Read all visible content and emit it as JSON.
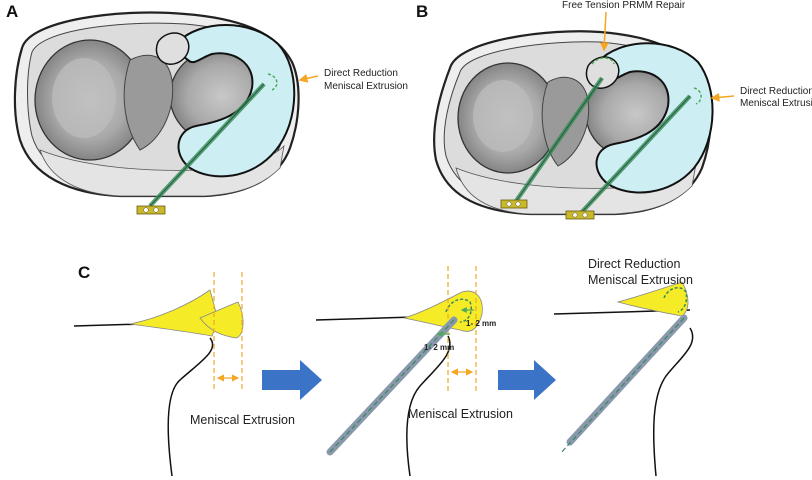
{
  "panel_labels": {
    "a": "A",
    "b": "B",
    "c": "C"
  },
  "panel_a": {
    "annotation_line1": "Direct Reduction",
    "annotation_line2": "Meniscal Extrusion"
  },
  "panel_b": {
    "top_annotation": "Free Tension PRMM Repair",
    "annotation_line1": "Direct Reduction",
    "annotation_line2": "Meniscal Extrusion"
  },
  "panel_c": {
    "stage1_label": "Meniscal Extrusion",
    "stage2_label": "Meniscal Extrusion",
    "stage2_mm_upper": "1- 2 mm",
    "stage2_mm_lower": "1- 2 mm",
    "stage3_label_line1": "Direct Reduction",
    "stage3_label_line2": "Meniscal Extrusion"
  },
  "colors": {
    "meniscus_cyan": "#cdeff3",
    "suture_green": "#3a8a5a",
    "meniscus_yellow": "#f5ec27",
    "guide_orange": "#f5a623",
    "arrow_blue": "#3b74c6",
    "tube_gray": "#8a98ad",
    "anchor_yellow": "#c9b92a"
  }
}
